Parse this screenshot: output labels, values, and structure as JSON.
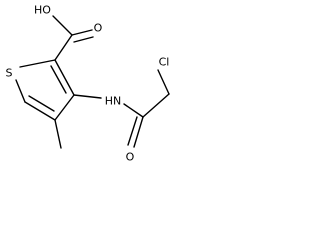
{
  "molecule": {
    "atoms": {
      "hydroxyl": "HO",
      "carbonyl_oxygen_acid": "O",
      "ring_sulfur": "S",
      "amide_nitrogen": "HN",
      "chlorine": "Cl",
      "carbonyl_oxygen_amide": "O"
    }
  }
}
